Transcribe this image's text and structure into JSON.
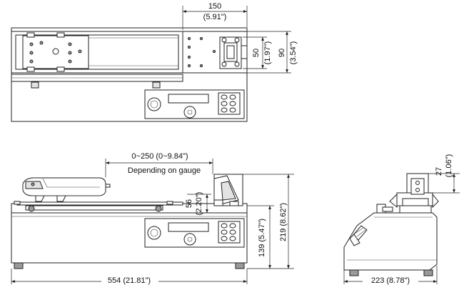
{
  "top_view": {
    "dim_width_mm": "150",
    "dim_width_in": "(5.91\")",
    "dim_inner_mm": "50",
    "dim_inner_in": "(1.97\")",
    "dim_outer_mm": "90",
    "dim_outer_in": "(3.54\")"
  },
  "front_view": {
    "dim_stroke": "0~250 (0~9.84\")",
    "dim_stroke_note": "Depending on gauge",
    "dim_rail_mm": "56",
    "dim_rail_in": "(2.20\")",
    "dim_body_height": "139 (5.47\")",
    "dim_total_height": "219 (8.62\")",
    "dim_length": "554 (21.81\")"
  },
  "side_view": {
    "dim_top_mm": "27",
    "dim_top_in": "(1.06\")",
    "dim_depth": "223 (8.78\")"
  }
}
